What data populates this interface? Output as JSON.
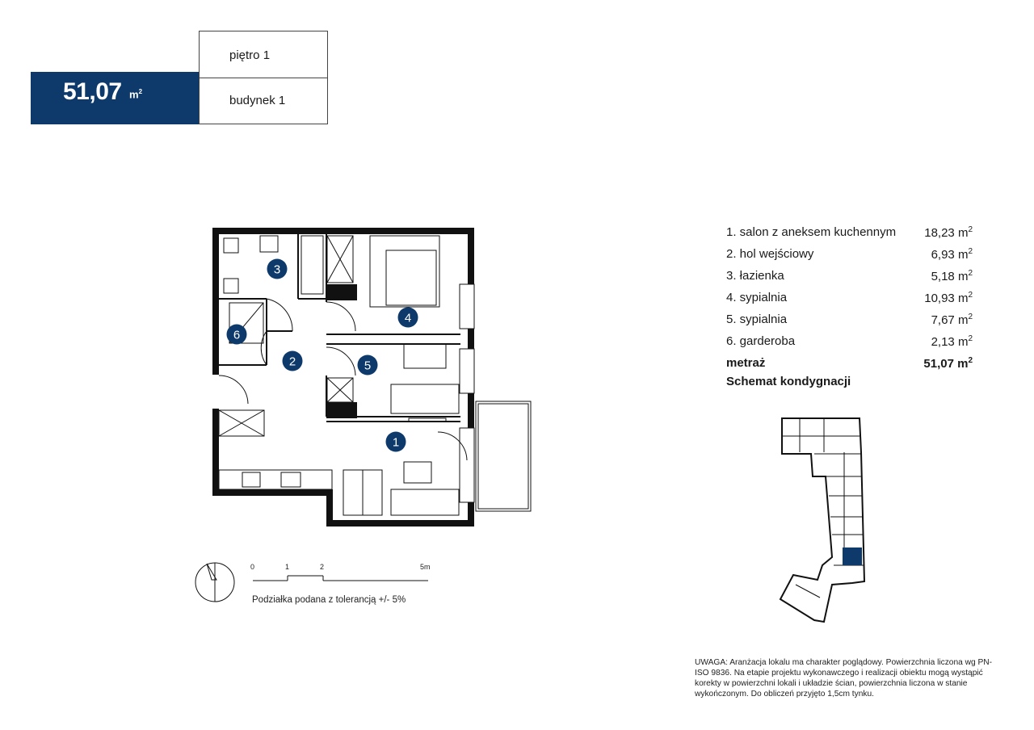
{
  "header": {
    "area_value": "51,07",
    "area_unit": "m",
    "area_unit_sup": "2",
    "floor_label": "piętro 1",
    "building_label": "budynek 1"
  },
  "plan": {
    "room_numbers": [
      "1",
      "2",
      "3",
      "4",
      "5",
      "6"
    ],
    "marker_color": "#0d3a6b",
    "highlight_color": "#0d3a6b"
  },
  "scale": {
    "ticks": [
      "0",
      "1",
      "2",
      "5m"
    ],
    "note": "Podziałka podana z tolerancją +/- 5%"
  },
  "rooms": [
    {
      "name": "1. salon z aneksem kuchennym",
      "area": "18,23 m",
      "sup": "2"
    },
    {
      "name": "2. hol wejściowy",
      "area": "6,93 m",
      "sup": "2"
    },
    {
      "name": "3. łazienka",
      "area": "5,18 m",
      "sup": "2"
    },
    {
      "name": "4. sypialnia",
      "area": "10,93 m",
      "sup": "2"
    },
    {
      "name": "5. sypialnia",
      "area": "7,67 m",
      "sup": "2"
    },
    {
      "name": "6. garderoba",
      "area": "2,13 m",
      "sup": "2"
    }
  ],
  "total": {
    "label": "metraż",
    "area": "51,07 m",
    "sup": "2"
  },
  "schemat_label": "Schemat kondygnacji",
  "note": "UWAGA: Aranżacja lokalu ma charakter poglądowy. Powierzchnia liczona wg PN-ISO 9836. Na etapie projektu wykonawczego i realizacji obiektu mogą wystąpić korekty w powierzchni lokali i układzie ścian, powierzchnia liczona w stanie wykończonym. Do obliczeń przyjęto 1,5cm tynku."
}
